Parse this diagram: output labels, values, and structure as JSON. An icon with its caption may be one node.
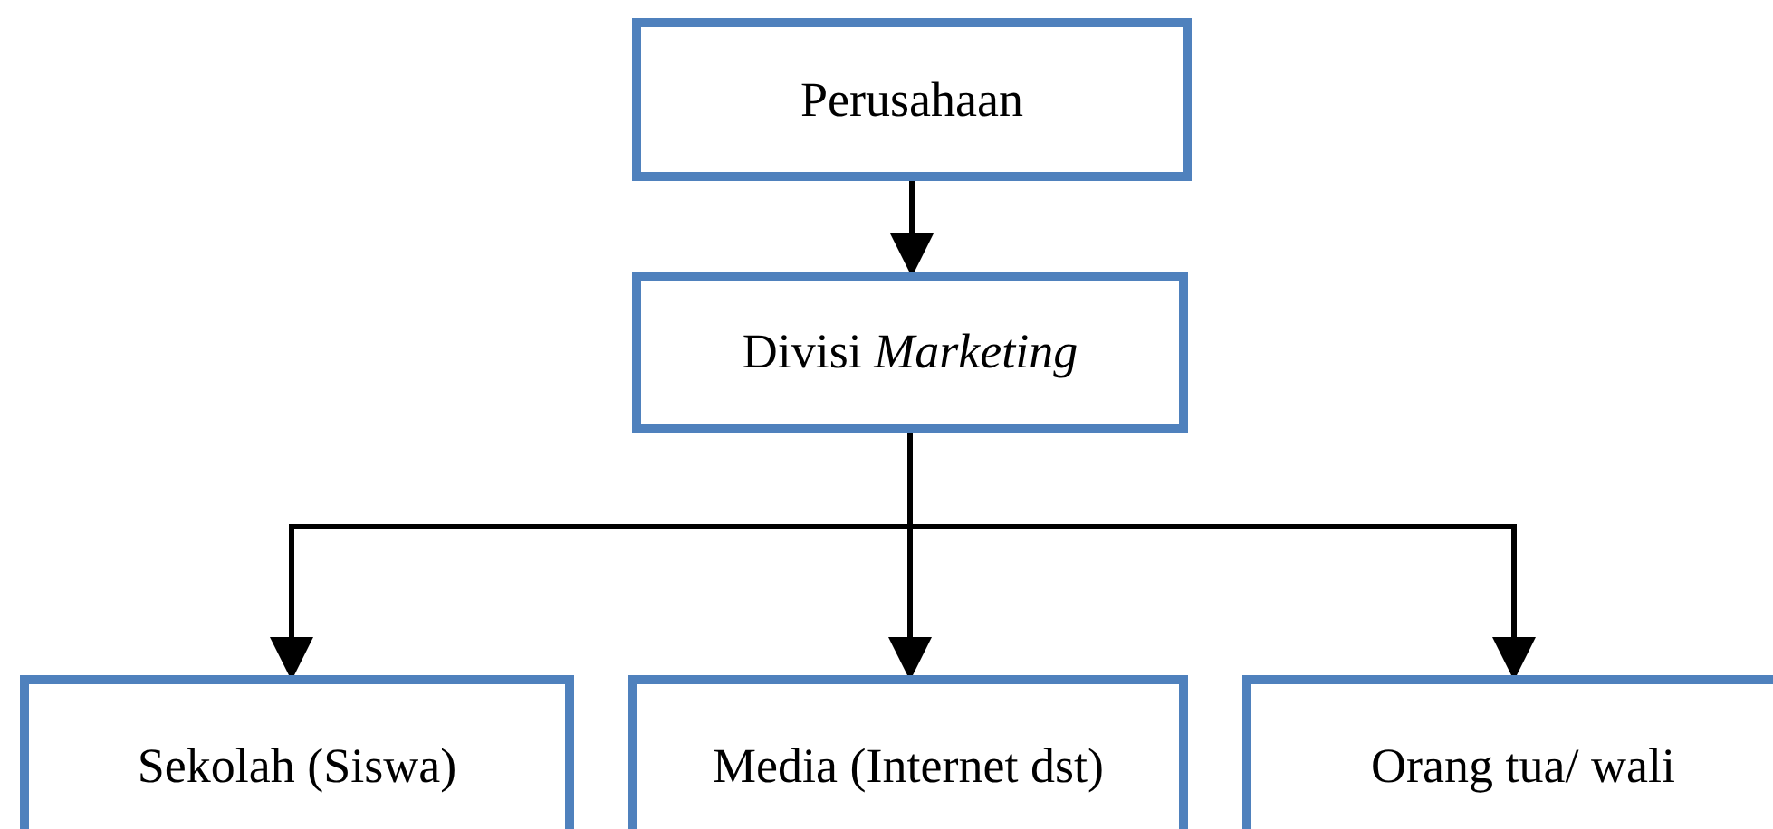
{
  "diagram": {
    "nodes": [
      {
        "text": [
          "Perusahaan"
        ]
      },
      {
        "text": [
          "Divisi *Marketing*"
        ]
      },
      {
        "text": [
          "Sekolah (Siswa)"
        ]
      },
      {
        "text": [
          "Media (Internet dst)"
        ]
      },
      {
        "text": [
          "Orang tua/ wali"
        ]
      }
    ],
    "edges": [
      {
        "from": 0,
        "to": 1,
        "arrow": "to"
      },
      {
        "from": 1,
        "to": 2,
        "arrow": "to"
      },
      {
        "from": 1,
        "to": 3,
        "arrow": "to"
      },
      {
        "from": 1,
        "to": 4,
        "arrow": "to"
      }
    ]
  }
}
